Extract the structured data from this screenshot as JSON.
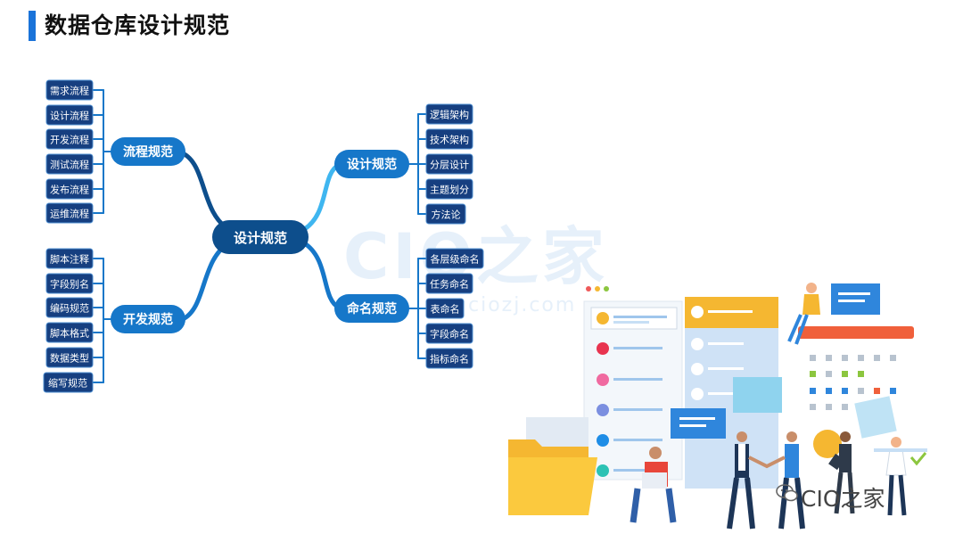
{
  "title": "数据仓库设计规范",
  "center": "设计规范",
  "branches": [
    {
      "label": "流程规范",
      "items": [
        "需求流程",
        "设计流程",
        "开发流程",
        "测试流程",
        "发布流程",
        "运维流程"
      ]
    },
    {
      "label": "开发规范",
      "items": [
        "脚本注释",
        "字段别名",
        "编码规范",
        "脚本格式",
        "数据类型",
        "缩写规范"
      ]
    },
    {
      "label": "设计规范",
      "items": [
        "逻辑架构",
        "技术架构",
        "分层设计",
        "主题划分",
        "方法论"
      ]
    },
    {
      "label": "命名规范",
      "items": [
        "各层级命名",
        "任务命名",
        "表命名",
        "字段命名",
        "指标命名"
      ]
    }
  ],
  "watermark": {
    "big": "CIO之家",
    "small": "ciozj.com"
  },
  "brand": "CIO之家",
  "colors": {
    "accent": "#1a73d9",
    "dark_node": "#0d4e8c",
    "mid_node": "#1677c9",
    "leaf": "#163f80"
  }
}
